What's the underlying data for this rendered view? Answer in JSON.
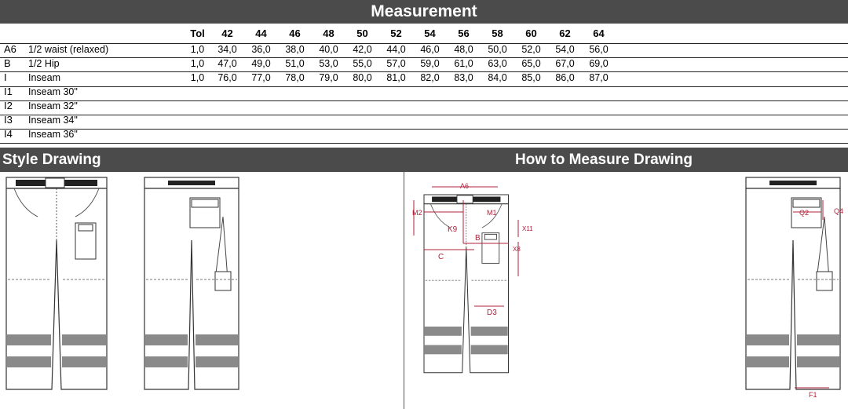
{
  "header": {
    "title": "Measurement"
  },
  "table": {
    "tol_label": "Tol",
    "sizes": [
      "42",
      "44",
      "46",
      "48",
      "50",
      "52",
      "54",
      "56",
      "58",
      "60",
      "62",
      "64"
    ],
    "rows": [
      {
        "code": "A6",
        "desc": "1/2 waist (relaxed)",
        "tol": "1,0",
        "values": [
          "34,0",
          "36,0",
          "38,0",
          "40,0",
          "42,0",
          "44,0",
          "46,0",
          "48,0",
          "50,0",
          "52,0",
          "54,0",
          "56,0"
        ]
      },
      {
        "code": "B",
        "desc": "1/2 Hip",
        "tol": "1,0",
        "values": [
          "47,0",
          "49,0",
          "51,0",
          "53,0",
          "55,0",
          "57,0",
          "59,0",
          "61,0",
          "63,0",
          "65,0",
          "67,0",
          "69,0"
        ]
      },
      {
        "code": "I",
        "desc": "Inseam",
        "tol": "1,0",
        "values": [
          "76,0",
          "77,0",
          "78,0",
          "79,0",
          "80,0",
          "81,0",
          "82,0",
          "83,0",
          "84,0",
          "85,0",
          "86,0",
          "87,0"
        ]
      },
      {
        "code": "I1",
        "desc": "Inseam 30\"",
        "tol": "",
        "values": [
          "",
          "",
          "",
          "",
          "",
          "",
          "",
          "",
          "",
          "",
          "",
          ""
        ]
      },
      {
        "code": "I2",
        "desc": "Inseam 32\"",
        "tol": "",
        "values": [
          "",
          "",
          "",
          "",
          "",
          "",
          "",
          "",
          "",
          "",
          "",
          ""
        ]
      },
      {
        "code": "I3",
        "desc": "Inseam 34\"",
        "tol": "",
        "values": [
          "",
          "",
          "",
          "",
          "",
          "",
          "",
          "",
          "",
          "",
          "",
          ""
        ]
      },
      {
        "code": "I4",
        "desc": "Inseam 36\"",
        "tol": "",
        "values": [
          "",
          "",
          "",
          "",
          "",
          "",
          "",
          "",
          "",
          "",
          "",
          ""
        ]
      }
    ]
  },
  "sections": {
    "style": "Style Drawing",
    "measure": "How to Measure Drawing"
  },
  "labels": {
    "A6": "A6",
    "M2": "M2",
    "M1": "M1",
    "K9": "K9",
    "B": "B",
    "X11": "X11",
    "C": "C",
    "X8": "X8",
    "D3": "D3",
    "Q2": "Q2",
    "Q4": "Q4",
    "F1": "F1"
  }
}
